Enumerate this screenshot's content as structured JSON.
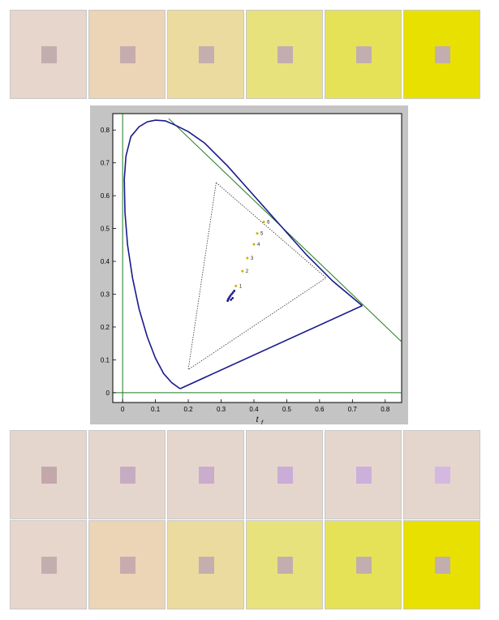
{
  "swatch_rows": {
    "top": [
      {
        "bg": "#e6d6cb",
        "center": "#c2aeae"
      },
      {
        "bg": "#ecd4b6",
        "center": "#c6acae"
      },
      {
        "bg": "#ecdb9f",
        "center": "#c4aeae"
      },
      {
        "bg": "#e8e27c",
        "center": "#c2aeae"
      },
      {
        "bg": "#e6e258",
        "center": "#c2aeae"
      },
      {
        "bg": "#e8e000",
        "center": "#c2aeae"
      }
    ],
    "bottom1": [
      {
        "bg": "#e5d6cd",
        "center": "#c2a8aa"
      },
      {
        "bg": "#e5d6cd",
        "center": "#c6acc2"
      },
      {
        "bg": "#e5d6cd",
        "center": "#caaccc"
      },
      {
        "bg": "#e5d6cd",
        "center": "#caacd6"
      },
      {
        "bg": "#e5d6cd",
        "center": "#cbb0dc"
      },
      {
        "bg": "#e5d6cd",
        "center": "#d4b8e2"
      }
    ],
    "bottom2": [
      {
        "bg": "#e6d6cb",
        "center": "#c2aeae"
      },
      {
        "bg": "#ecd4b6",
        "center": "#c6acae"
      },
      {
        "bg": "#ecdb9f",
        "center": "#c4aeae"
      },
      {
        "bg": "#e8e27c",
        "center": "#c2aeae"
      },
      {
        "bg": "#e6e258",
        "center": "#c2aeae"
      },
      {
        "bg": "#e8e000",
        "center": "#c2aeae"
      }
    ]
  },
  "chart_data": {
    "type": "scatter",
    "xlabel": "t",
    "xlabel_subscript": "f",
    "ylabel": "",
    "xlim": [
      -0.03,
      0.85
    ],
    "ylim": [
      -0.03,
      0.85
    ],
    "xticks": [
      "0",
      "0.1",
      "0.2",
      "0.3",
      "0.4",
      "0.5",
      "0.6",
      "0.7",
      "0.8"
    ],
    "yticks": [
      "0",
      "0.1",
      "0.2",
      "0.3",
      "0.4",
      "0.5",
      "0.6",
      "0.7",
      "0.8"
    ],
    "grid": false,
    "colors": {
      "locus": "#1a1a8c",
      "axes_lines": "#1e7a1e",
      "triangle": "#333333",
      "points_low": "#1a1a8c",
      "points_high": "#c8b400"
    },
    "spectral_locus": [
      [
        0.175,
        0.012
      ],
      [
        0.15,
        0.03
      ],
      [
        0.125,
        0.058
      ],
      [
        0.1,
        0.105
      ],
      [
        0.075,
        0.17
      ],
      [
        0.05,
        0.255
      ],
      [
        0.03,
        0.35
      ],
      [
        0.015,
        0.45
      ],
      [
        0.007,
        0.55
      ],
      [
        0.005,
        0.65
      ],
      [
        0.01,
        0.72
      ],
      [
        0.025,
        0.78
      ],
      [
        0.05,
        0.81
      ],
      [
        0.075,
        0.825
      ],
      [
        0.1,
        0.83
      ],
      [
        0.13,
        0.828
      ],
      [
        0.16,
        0.815
      ],
      [
        0.2,
        0.795
      ],
      [
        0.25,
        0.76
      ],
      [
        0.32,
        0.69
      ],
      [
        0.4,
        0.6
      ],
      [
        0.48,
        0.51
      ],
      [
        0.56,
        0.42
      ],
      [
        0.64,
        0.34
      ],
      [
        0.73,
        0.265
      ]
    ],
    "purple_line": [
      [
        0.175,
        0.012
      ],
      [
        0.73,
        0.265
      ]
    ],
    "green_tangent": [
      [
        0.14,
        0.835
      ],
      [
        0.85,
        0.155
      ]
    ],
    "gamut_triangle": [
      [
        0.285,
        0.64
      ],
      [
        0.62,
        0.35
      ],
      [
        0.2,
        0.07
      ]
    ],
    "labeled_points": [
      {
        "label": "1",
        "x": 0.345,
        "y": 0.325
      },
      {
        "label": "2",
        "x": 0.365,
        "y": 0.37
      },
      {
        "label": "3",
        "x": 0.38,
        "y": 0.41
      },
      {
        "label": "4",
        "x": 0.4,
        "y": 0.452
      },
      {
        "label": "5",
        "x": 0.41,
        "y": 0.485
      },
      {
        "label": "6",
        "x": 0.43,
        "y": 0.52
      }
    ],
    "cluster_points": [
      [
        0.32,
        0.28
      ],
      [
        0.322,
        0.285
      ],
      [
        0.325,
        0.29
      ],
      [
        0.328,
        0.295
      ],
      [
        0.332,
        0.3
      ],
      [
        0.336,
        0.305
      ],
      [
        0.34,
        0.31
      ],
      [
        0.33,
        0.283
      ],
      [
        0.335,
        0.288
      ]
    ]
  }
}
